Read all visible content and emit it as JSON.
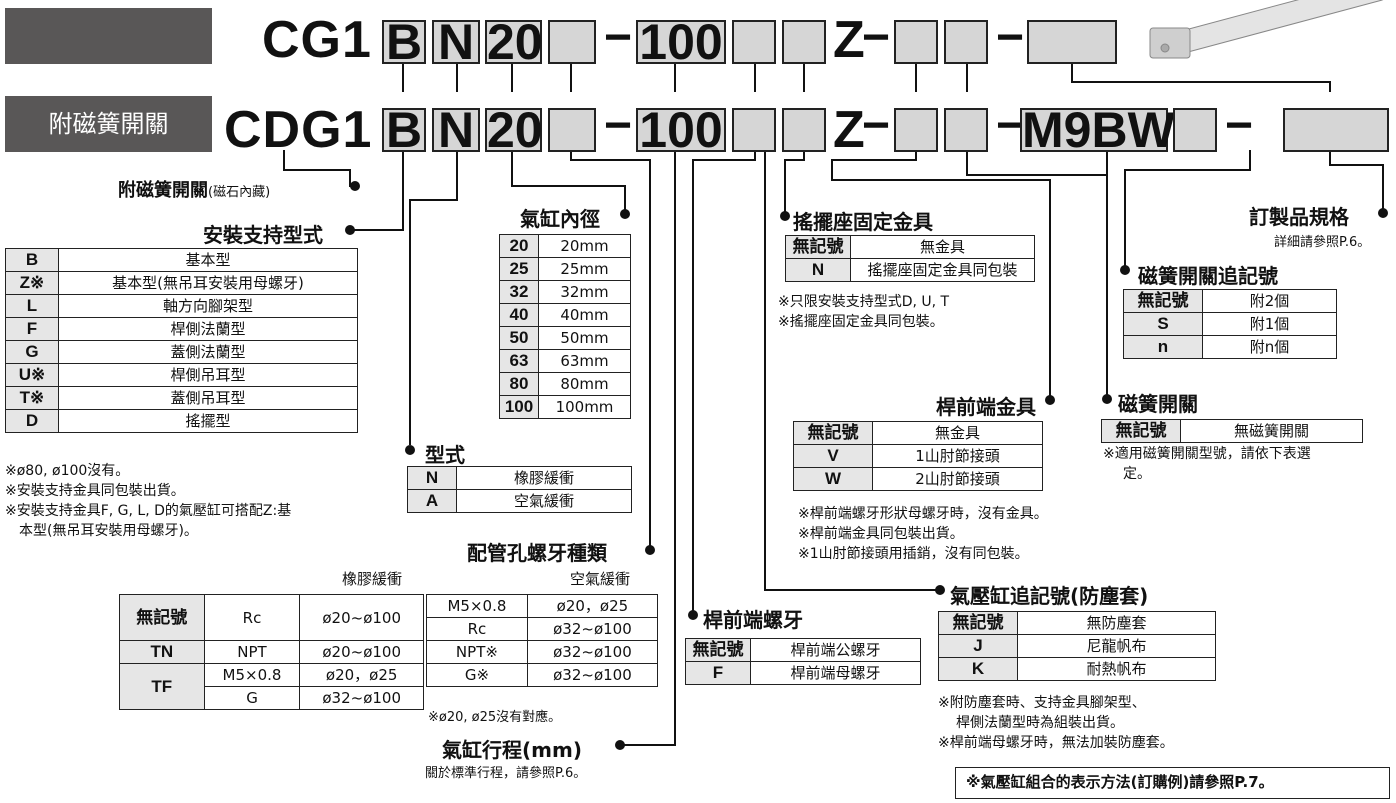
{
  "model_line1": {
    "prefix": "CG1",
    "b1": "B",
    "b2": "N",
    "b3": "20",
    "b5": "100",
    "z": "Z",
    "dash": "−"
  },
  "model_line2": {
    "tag": "附磁簧開關",
    "prefix": "CDG1",
    "b1": "B",
    "b2": "N",
    "b3": "20",
    "b5": "100",
    "z": "Z",
    "m9": "M9BW",
    "dash": "−"
  },
  "labels": {
    "magnet_title": "附磁簧開關",
    "magnet_sub": "(磁石內藏)",
    "mount_title": "安裝支持型式",
    "bore_title": "氣缸內徑",
    "type_title": "型式",
    "port_title": "配管孔螺牙種類",
    "stroke_title": "氣缸行程(mm)",
    "stroke_sub": "關於標準行程，請參照P.6。",
    "clevis_title": "搖擺座固定金具",
    "rodend_title": "桿前端金具",
    "rodthread_title": "桿前端螺牙",
    "boot_title": "氣壓缸追記號(防塵套)",
    "order_title": "訂製品規格",
    "order_sub": "詳細請參照P.6。",
    "swqty_title": "磁簧開關追記號",
    "switch_title": "磁簧開關",
    "rubber_cushion": "橡膠緩衝",
    "air_cushion": "空氣緩衝"
  },
  "mount_table": [
    [
      "B",
      "基本型"
    ],
    [
      "Z※",
      "基本型(無吊耳安裝用母螺牙)"
    ],
    [
      "L",
      "軸方向腳架型"
    ],
    [
      "F",
      "桿側法蘭型"
    ],
    [
      "G",
      "蓋側法蘭型"
    ],
    [
      "U※",
      "桿側吊耳型"
    ],
    [
      "T※",
      "蓋側吊耳型"
    ],
    [
      "D",
      "搖擺型"
    ]
  ],
  "mount_notes": [
    "※ø80, ø100沒有。",
    "※安裝支持金具同包裝出貨。",
    "※安裝支持金具F, G, L, D的氣壓缸可搭配Z:基",
    "本型(無吊耳安裝用母螺牙)。"
  ],
  "bore_table": [
    [
      "20",
      "20mm"
    ],
    [
      "25",
      "25mm"
    ],
    [
      "32",
      "32mm"
    ],
    [
      "40",
      "40mm"
    ],
    [
      "50",
      "50mm"
    ],
    [
      "63",
      "63mm"
    ],
    [
      "80",
      "80mm"
    ],
    [
      "100",
      "100mm"
    ]
  ],
  "type_table": [
    [
      "N",
      "橡膠緩衝"
    ],
    [
      "A",
      "空氣緩衝"
    ]
  ],
  "port_rubber": {
    "r1": [
      "無記號",
      "Rc",
      "ø20~ø100"
    ],
    "r2": [
      "TN",
      "NPT",
      "ø20~ø100"
    ],
    "r3a": [
      "TF",
      "M5×0.8",
      "ø20，ø25"
    ],
    "r3b": [
      "G",
      "ø32~ø100"
    ]
  },
  "port_air": [
    [
      "M5×0.8",
      "ø20，ø25"
    ],
    [
      "Rc",
      "ø32~ø100"
    ],
    [
      "NPT※",
      "ø32~ø100"
    ],
    [
      "G※",
      "ø32~ø100"
    ]
  ],
  "port_note": "※ø20, ø25沒有對應。",
  "clevis_table": [
    [
      "無記號",
      "無金具"
    ],
    [
      "N",
      "搖擺座固定金具同包裝"
    ]
  ],
  "clevis_notes": [
    "※只限安裝支持型式D, U, T",
    "※搖擺座固定金具同包裝。"
  ],
  "rodend_table": [
    [
      "無記號",
      "無金具"
    ],
    [
      "V",
      "1山肘節接頭"
    ],
    [
      "W",
      "2山肘節接頭"
    ]
  ],
  "rodend_notes": [
    "※桿前端螺牙形狀母螺牙時，沒有金具。",
    "※桿前端金具同包裝出貨。",
    "※1山肘節接頭用插銷，沒有同包裝。"
  ],
  "rodthread_table": [
    [
      "無記號",
      "桿前端公螺牙"
    ],
    [
      "F",
      "桿前端母螺牙"
    ]
  ],
  "boot_table": [
    [
      "無記號",
      "無防塵套"
    ],
    [
      "J",
      "尼龍帆布"
    ],
    [
      "K",
      "耐熱帆布"
    ]
  ],
  "boot_notes": [
    "※附防塵套時、支持金具腳架型、",
    "桿側法蘭型時為組裝出貨。",
    "※桿前端母螺牙時，無法加裝防塵套。"
  ],
  "order_note": "※氣壓缸組合的表示方法(訂購例)請參照P.7。",
  "swqty_table": [
    [
      "無記號",
      "附2個"
    ],
    [
      "S",
      "附1個"
    ],
    [
      "n",
      "附n個"
    ]
  ],
  "switch_table": [
    [
      "無記號",
      "無磁簧開關"
    ]
  ],
  "switch_notes": [
    "※適用磁簧開關型號，請依下表選",
    "定。"
  ]
}
